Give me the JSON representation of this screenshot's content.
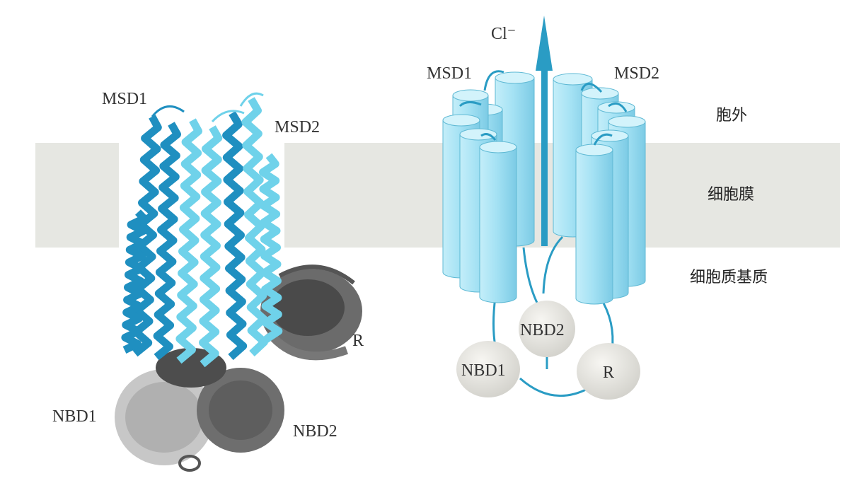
{
  "left_model": {
    "msd1": "MSD1",
    "msd2": "MSD2",
    "r": "R",
    "nbd1": "NBD1",
    "nbd2": "NBD2"
  },
  "right_model": {
    "ion": "Cl⁻",
    "msd1": "MSD1",
    "msd2": "MSD2",
    "nbd1": "NBD1",
    "nbd2": "NBD2",
    "r": "R"
  },
  "regions": {
    "outside": "胞外",
    "membrane": "细胞膜",
    "cytoplasm": "细胞质基质"
  },
  "colors": {
    "membrane": "#e6e7e2",
    "helix_dark": "#1f8fc0",
    "helix_light": "#6fd2ea",
    "cylinder": "#a9e3f3",
    "cylinder_edge": "#5fb9d4",
    "arrow": "#2a9cc4",
    "domain_gray": "#8a8a8a",
    "domain_dark": "#4a4a4a",
    "sphere": "#e9e8e3"
  }
}
